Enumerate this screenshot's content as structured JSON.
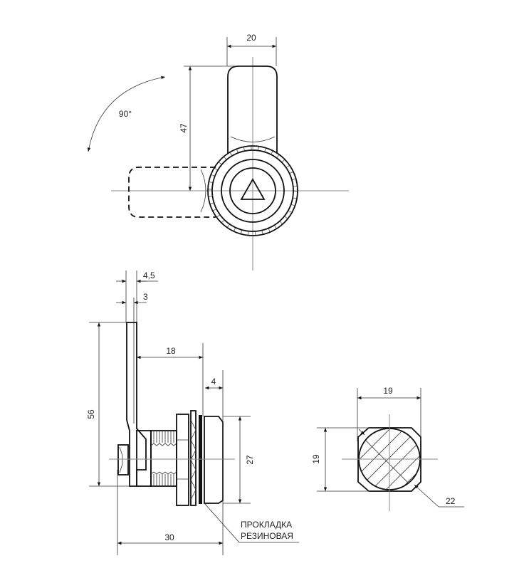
{
  "top_view": {
    "width_dim": "20",
    "height_dim": "47",
    "rotation": "90°"
  },
  "side_view": {
    "dim_lever_offset": "4,5",
    "dim_lever_thickness": "3",
    "dim_lever_length": "56",
    "dim_reach": "18",
    "dim_cap": "4",
    "dim_cap_diameter": "27",
    "dim_total": "30",
    "gasket_label_line1": "ПРОКЛАДКА",
    "gasket_label_line2": "РЕЗИНОВАЯ"
  },
  "section_view": {
    "width_dim": "19",
    "height_dim": "19",
    "diameter_dim": "22"
  },
  "colors": {
    "line": "#111111",
    "centerline": "#888888"
  }
}
